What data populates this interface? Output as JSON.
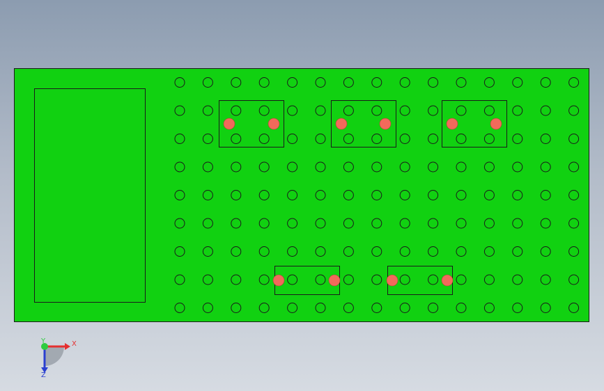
{
  "viewport": {
    "name": "cad-graphics-area",
    "background_top": "#8c9cb0",
    "background_bottom": "#d6dbe2"
  },
  "plate": {
    "color": "#11d111",
    "edge_color": "#1a1a1a",
    "hole_grid": {
      "rows": 9,
      "cols": 15
    },
    "hole_color": "#1a1a1a"
  },
  "dowel_pins": {
    "color": "#f26a5b",
    "count": 10
  },
  "triad": {
    "x_label": "X",
    "y_label": "Y",
    "z_label": "Z",
    "x_color": "#e53030",
    "y_color": "#2ecc40",
    "z_color": "#2a3fd0"
  }
}
